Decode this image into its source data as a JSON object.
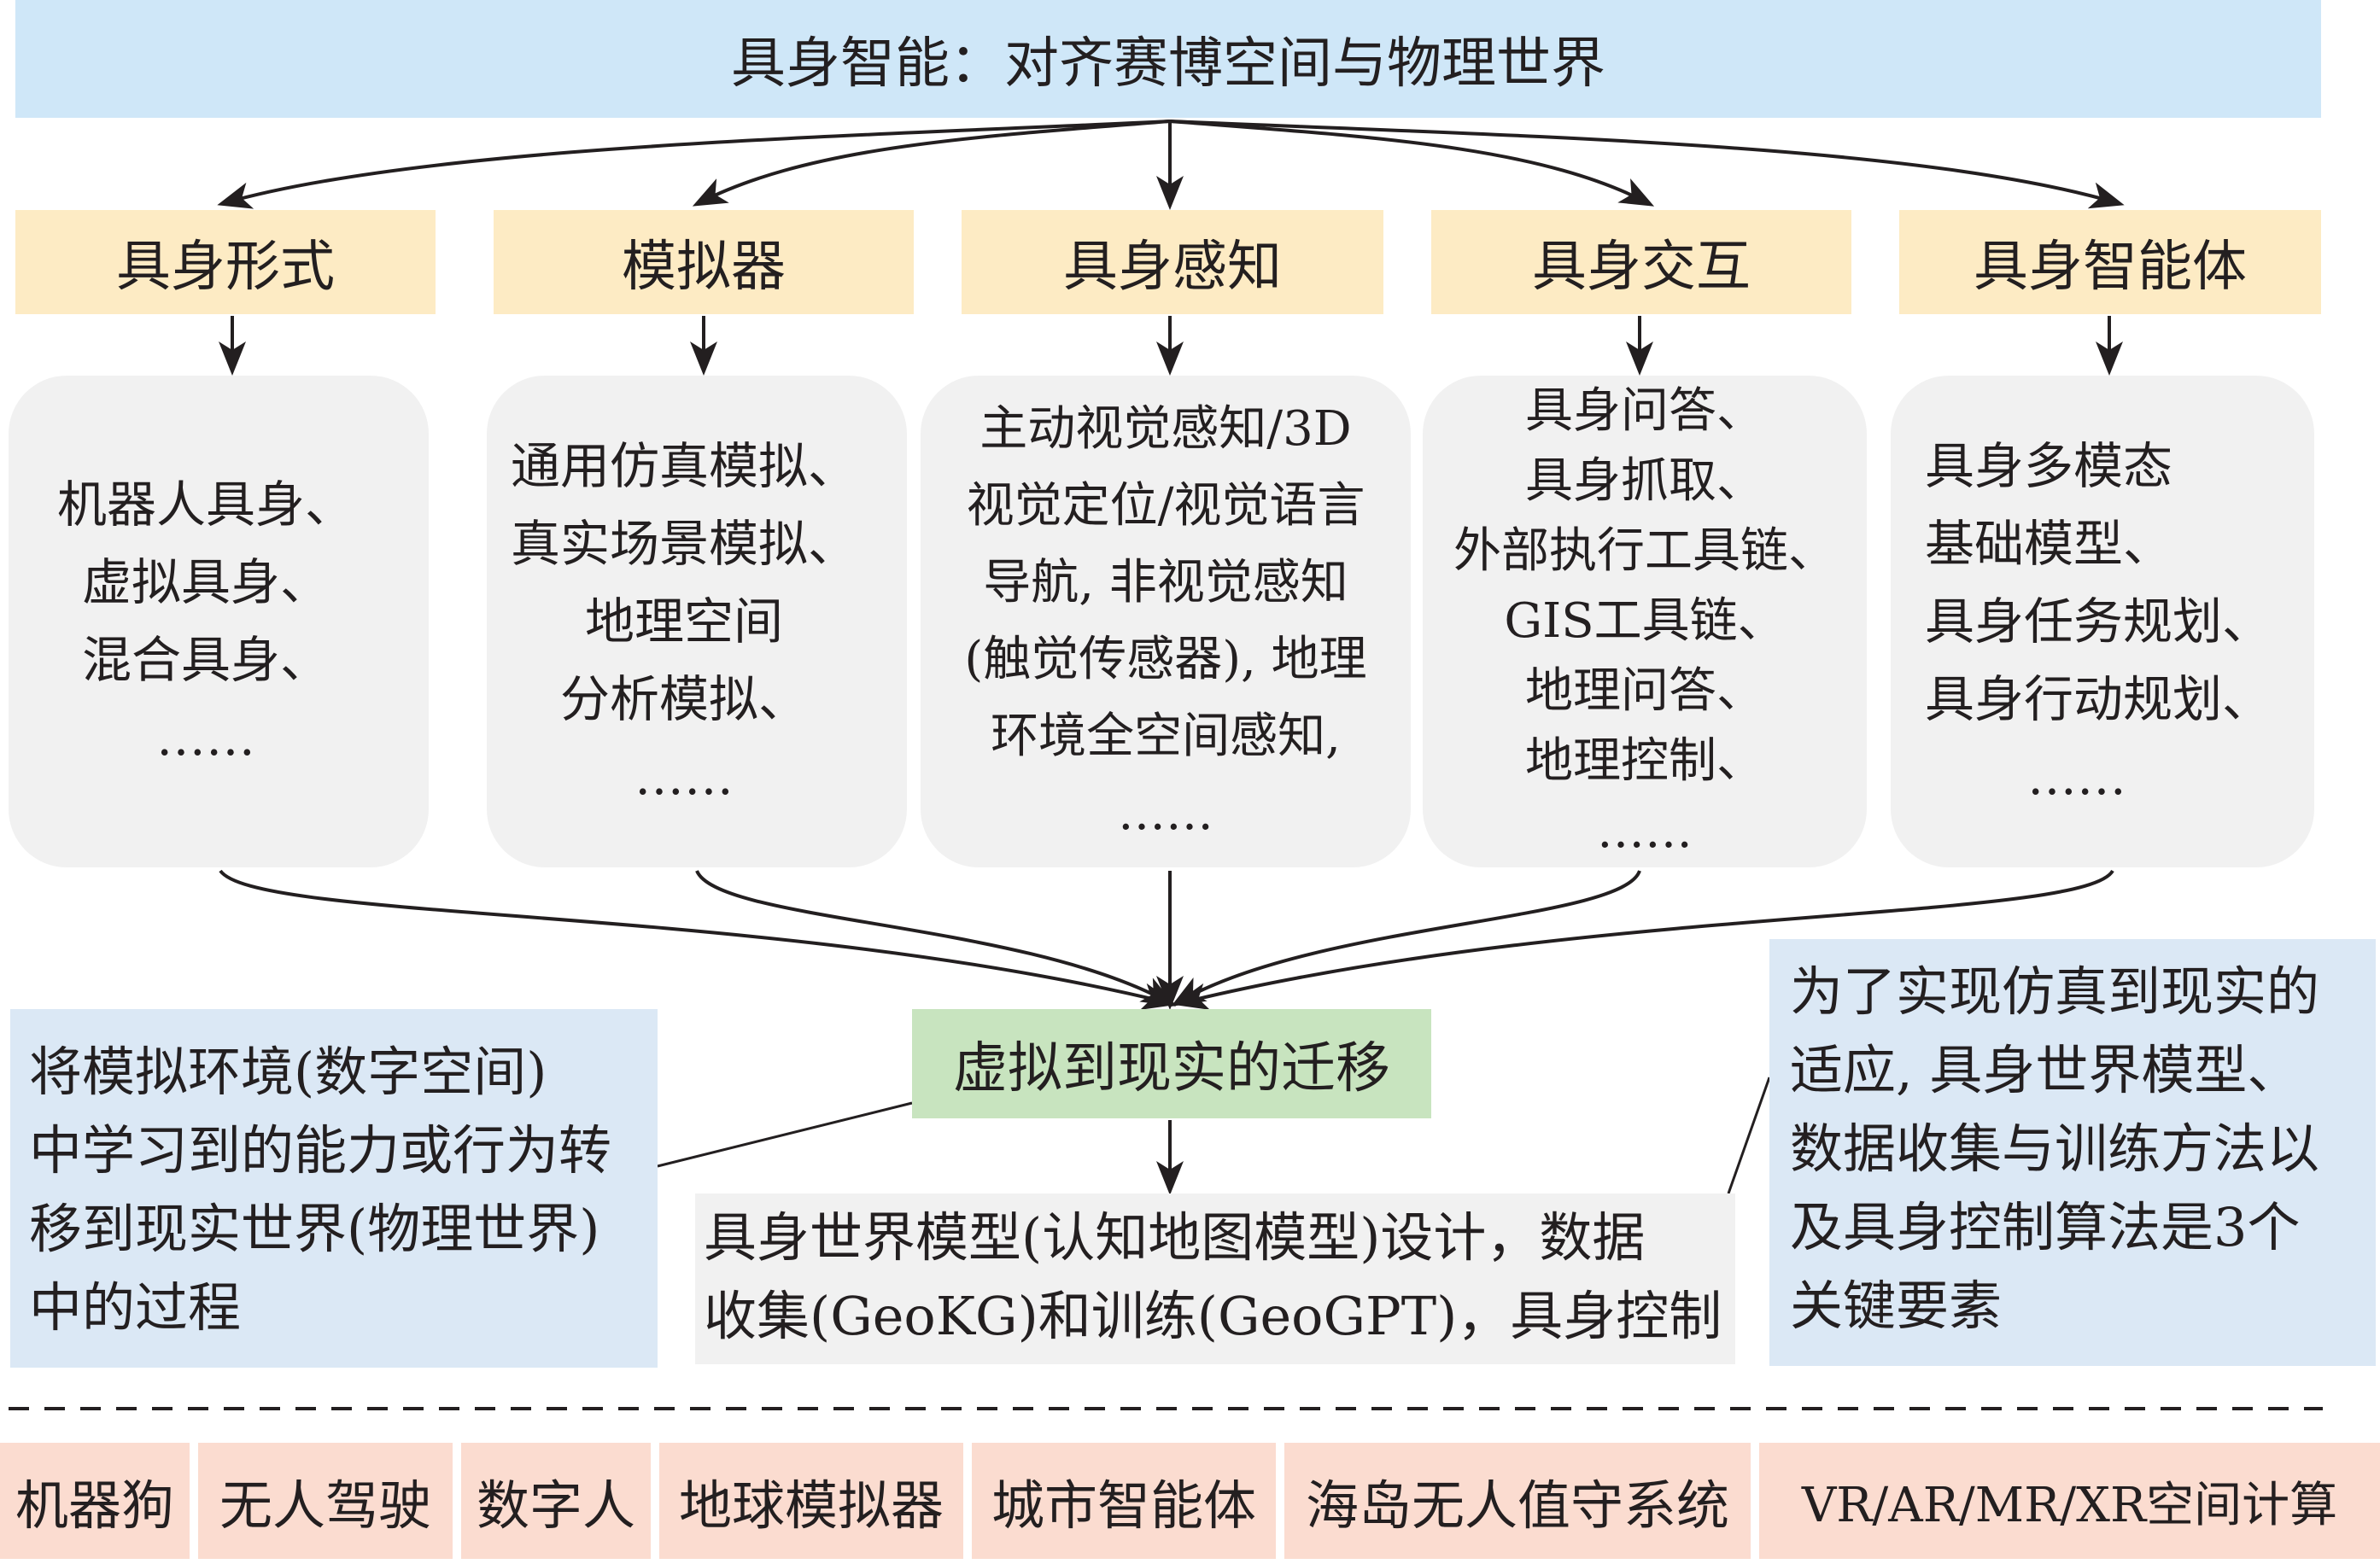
{
  "title": "具身智能：对齐赛博空间与物理世界",
  "categories": [
    {
      "label": "具身形式",
      "lines": [
        "机器人具身、",
        "虚拟具身、",
        "混合具身、",
        "……"
      ]
    },
    {
      "label": "模拟器",
      "lines": [
        "通用仿真模拟、",
        "真实场景模拟、",
        "地理空间",
        "分析模拟、",
        "……"
      ]
    },
    {
      "label": "具身感知",
      "lines": [
        "主动视觉感知/3D",
        "视觉定位/视觉语言",
        "导航, 非视觉感知",
        "(触觉传感器), 地理",
        "环境全空间感知,",
        "……"
      ]
    },
    {
      "label": "具身交互",
      "lines": [
        "具身问答、",
        "具身抓取、",
        "外部执行工具链、",
        "GIS工具链、",
        "地理问答、",
        "地理控制、",
        "……"
      ]
    },
    {
      "label": "具身智能体",
      "lines": [
        "具身多模态",
        "基础模型、",
        "具身任务规划、",
        "具身行动规划、",
        "……"
      ]
    }
  ],
  "center_node": "虚拟到现实的迁移",
  "left_note": [
    "将模拟环境(数字空间)",
    "中学习到的能力或行为转",
    "移到现实世界(物理世界)",
    "中的过程"
  ],
  "bottom_note": [
    "具身世界模型(认知地图模型)设计，数据",
    "收集(GeoKG)和训练(GeoGPT)，具身控制"
  ],
  "right_note": [
    "为了实现仿真到现实的",
    "适应, 具身世界模型、",
    "数据收集与训练方法以",
    "及具身控制算法是3个",
    "关键要素"
  ],
  "applications": [
    "机器狗",
    "无人驾驶",
    "数字人",
    "地球模拟器",
    "城市智能体",
    "海岛无人值守系统",
    "VR/AR/MR/XR空间计算"
  ]
}
